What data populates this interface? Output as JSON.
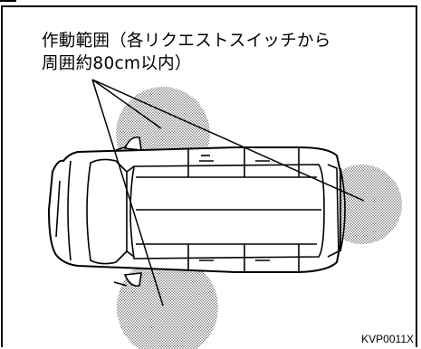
{
  "caption": {
    "line1": "作動範囲（各リクエストスイッチから",
    "line2": "周囲約80cm以内）"
  },
  "figure_code": "KVP0011X",
  "zones": [
    {
      "name": "front-door-left-zone"
    },
    {
      "name": "front-door-right-zone"
    },
    {
      "name": "back-door-zone"
    }
  ],
  "colors": {
    "line": "#000000",
    "dots": "#555555",
    "background": "#ffffff"
  }
}
